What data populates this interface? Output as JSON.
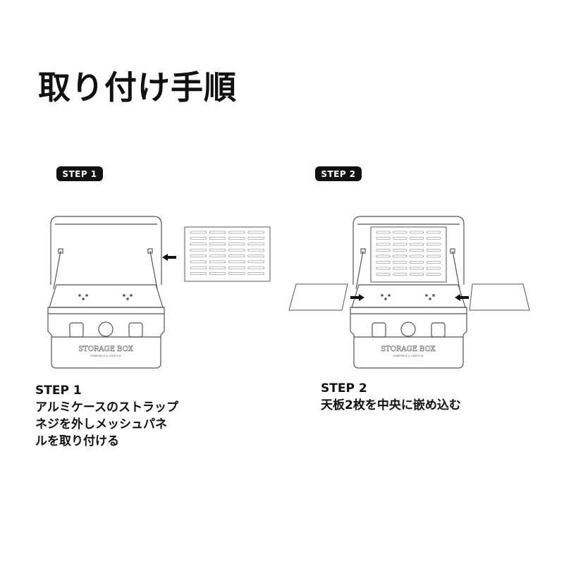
{
  "title": "取り付け手順",
  "steps": [
    {
      "badge": "STEP 1",
      "heading": "STEP 1",
      "lines": [
        "アルミケースのストラップ",
        "ネジを外しメッシュパネ",
        "ルを取り付ける"
      ]
    },
    {
      "badge": "STEP 2",
      "heading": "STEP 2",
      "lines": [
        "天板2枚を中央に嵌め込む"
      ]
    }
  ],
  "box_logo": {
    "name": "STORAGE BOX",
    "tagline": "HOMETRICS & LIFESTYLE"
  },
  "colors": {
    "ink": "#111111",
    "line": "#555555",
    "background": "#ffffff"
  }
}
